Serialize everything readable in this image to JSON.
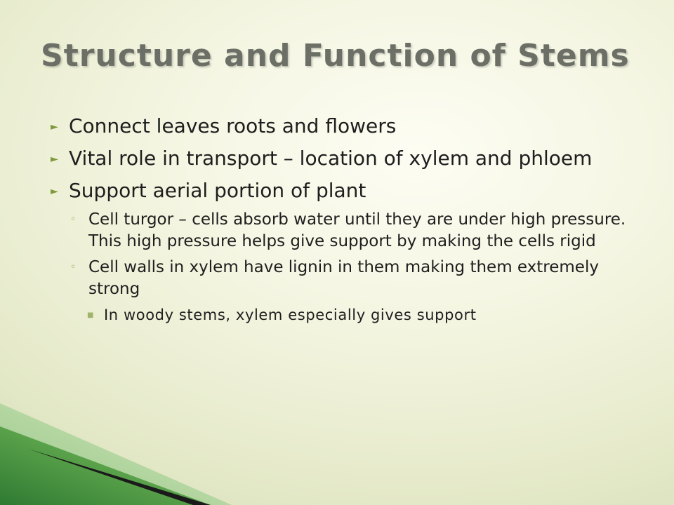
{
  "slide": {
    "title": "Structure and Function of Stems",
    "bullets": [
      {
        "text": "Connect leaves roots and flowers"
      },
      {
        "text": "Vital role in transport – location of xylem and phloem"
      },
      {
        "text": "Support aerial portion of plant"
      }
    ],
    "sub_bullets": [
      {
        "text": "Cell turgor – cells absorb water until they are under high pressure.  This high pressure helps give support by making the cells rigid"
      },
      {
        "text": "Cell walls in xylem have lignin in them making them extremely strong"
      }
    ],
    "sub_sub_bullets": [
      {
        "text": "In woody stems, xylem especially gives support"
      }
    ]
  },
  "theme": {
    "bullet_color": "#7f9a3c",
    "title_color": "#6b6f66",
    "corner_accent": "#3f8a3a"
  },
  "icons": {
    "level1": "triangle-bullet-icon",
    "level2": "ring-bullet-icon",
    "level3": "square-bullet-icon"
  }
}
